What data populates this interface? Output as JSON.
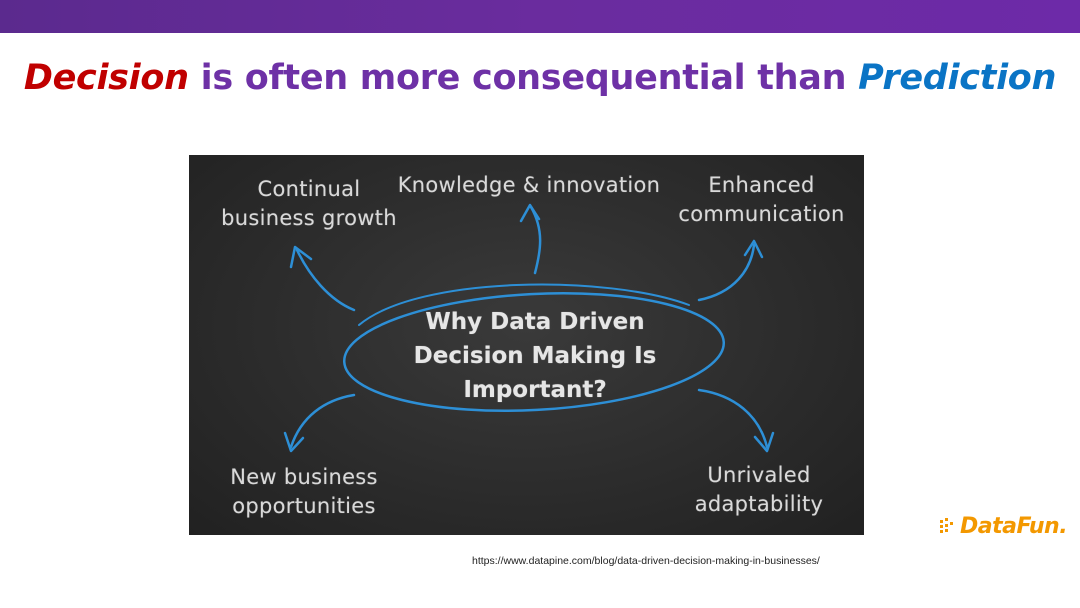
{
  "slide": {
    "title": {
      "part1": "Decision",
      "part2": " is often more consequential than ",
      "part3": "Prediction"
    },
    "source_url": "https://www.datapine.com/blog/data-driven-decision-making-in-businesses/"
  },
  "chalkboard": {
    "center": [
      "Why Data Driven",
      "Decision Making Is",
      "Important?"
    ],
    "items": {
      "top_left": [
        "Continual",
        "business growth"
      ],
      "top_center": [
        "Knowledge & innovation"
      ],
      "top_right": [
        "Enhanced",
        "communication"
      ],
      "bottom_left": [
        "New business",
        "opportunities"
      ],
      "bottom_right": [
        "Unrivaled",
        "adaptability"
      ]
    },
    "chalk_color": "#d9d9d9",
    "accent_color": "#2d8fd6"
  },
  "logo": {
    "text": "DataFun.",
    "color": "#f39800"
  },
  "colors": {
    "top_bar": "#6a2c9e",
    "title_purple": "#6e31a6",
    "title_red": "#c00000",
    "title_blue": "#0a74c5"
  }
}
